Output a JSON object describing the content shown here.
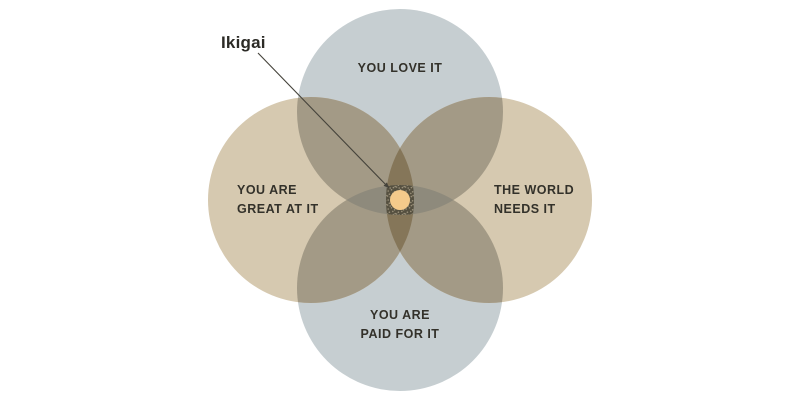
{
  "annotation": {
    "label": "Ikigai",
    "line_color": "#45433b"
  },
  "venn": {
    "center_dot_fill": "#f4ca8b",
    "circles": {
      "love": {
        "lines": [
          "YOU LOVE IT"
        ],
        "fill": "#c6ced1"
      },
      "great": {
        "lines": [
          "YOU ARE",
          "GREAT AT IT"
        ],
        "fill": "#d6c9b0"
      },
      "needs": {
        "lines": [
          "THE WORLD",
          "NEEDS IT"
        ],
        "fill": "#d6c9b0"
      },
      "paid": {
        "lines": [
          "YOU ARE",
          "PAID FOR IT"
        ],
        "fill": "#c6ced1"
      }
    },
    "overlaps": {
      "adjacent_fill": "#a39a86",
      "great_needs_fill": "#857659",
      "love_paid_fill": "#8e8a7c",
      "center_fill": "#555040",
      "center_dots_fill": "#9a9079"
    }
  }
}
